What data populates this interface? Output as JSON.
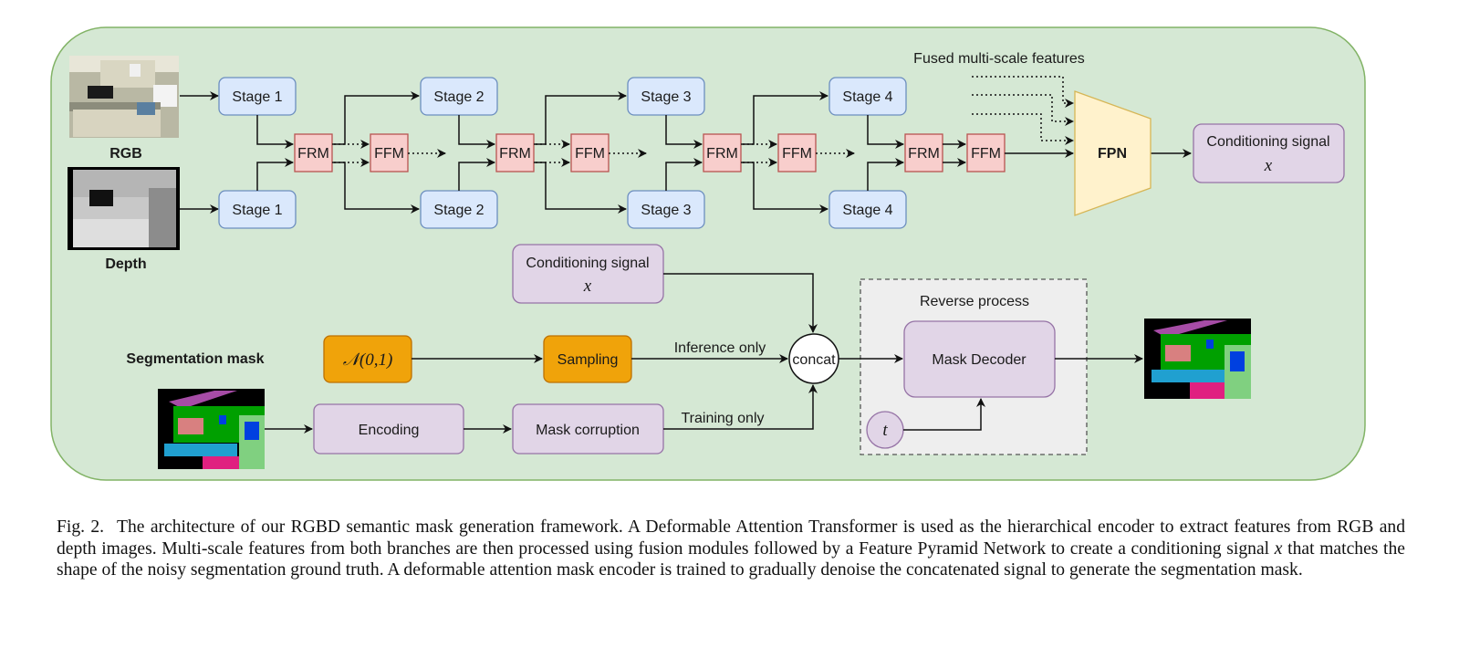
{
  "diagram": {
    "inputs": {
      "rgb_label": "RGB",
      "depth_label": "Depth",
      "segmentation_label": "Segmentation mask"
    },
    "encoder": {
      "rgb_stages": [
        "Stage 1",
        "Stage 2",
        "Stage 3",
        "Stage 4"
      ],
      "depth_stages": [
        "Stage 1",
        "Stage 2",
        "Stage 3",
        "Stage 4"
      ],
      "frm_label": "FRM",
      "ffm_label": "FFM",
      "fused_label": "Fused multi-scale features",
      "fpn_label": "FPN",
      "conditioning_label": "Conditioning signal",
      "conditioning_symbol": "x"
    },
    "diffusion": {
      "conditioning_label": "Conditioning signal",
      "conditioning_symbol": "x",
      "noise_label": "𝒩(0,1)",
      "sampling_label": "Sampling",
      "inference_label": "Inference only",
      "encoding_label": "Encoding",
      "corruption_label": "Mask corruption",
      "training_label": "Training only",
      "concat_label": "concat",
      "reverse_label": "Reverse process",
      "decoder_label": "Mask Decoder",
      "timestep_symbol": "t"
    },
    "colors": {
      "background": "#d5e8d4",
      "background_border": "#82b366",
      "stage_fill": "#dae8fc",
      "stage_border": "#6c8ebf",
      "module_fill": "#f8cecc",
      "module_border": "#b85450",
      "fpn_fill": "#fff2cc",
      "fpn_border": "#d6b656",
      "purple_fill": "#e1d5e7",
      "purple_border": "#9673a6",
      "orange_fill": "#f0a30a",
      "orange_border": "#bd7000",
      "reverse_fill": "#eeeeee"
    }
  },
  "caption": {
    "fig_label": "Fig. 2.",
    "part1": "The architecture of our RGBD semantic mask generation framework. A Deformable Attention Transformer is used as the hierarchical encoder to extract features from RGB and depth images. Multi-scale features from both branches are then processed using fusion modules followed by a Feature Pyramid Network to create a conditioning signal ",
    "symbol": "x",
    "part2": " that matches the shape of the noisy segmentation ground truth. A deformable attention mask encoder is trained to gradually denoise the concatenated signal to generate the segmentation mask."
  }
}
